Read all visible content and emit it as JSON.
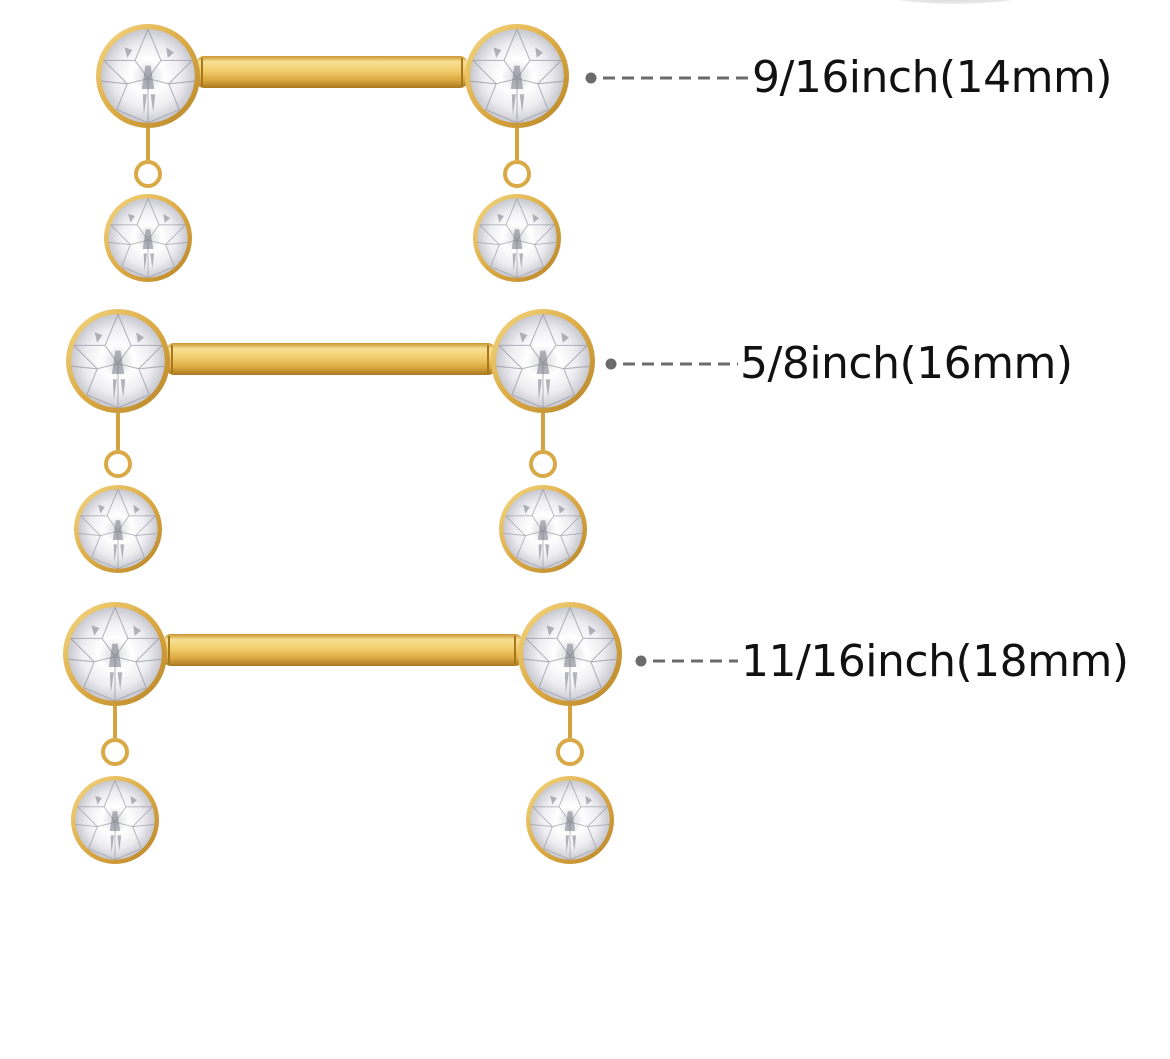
{
  "figure": {
    "type": "product size chart",
    "subject": "gold barbell with bezel-set clear gems and dangling gem charms",
    "colors": {
      "gold": "#e2b44a",
      "gold_dark": "#b8862a",
      "gold_light": "#f6dc8c",
      "leader": "#6b6b6b",
      "text": "#111111",
      "background": "#ffffff"
    },
    "items": [
      {
        "label": "9/16inch(14mm)",
        "inch": "9/16",
        "mm": 14
      },
      {
        "label": "5/8inch(16mm)",
        "inch": "5/8",
        "mm": 16
      },
      {
        "label": "11/16inch(18mm)",
        "inch": "11/16",
        "mm": 18
      }
    ]
  }
}
